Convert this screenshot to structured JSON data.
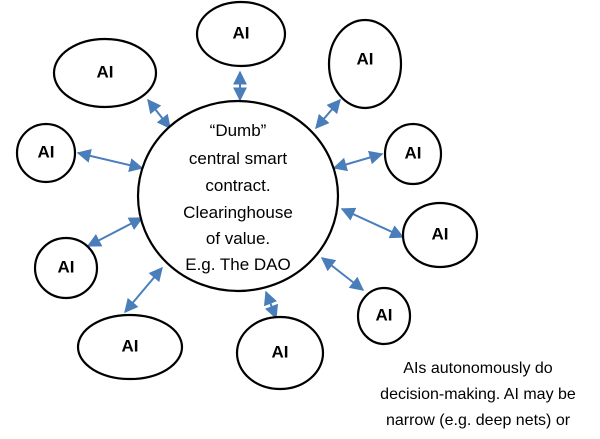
{
  "center": {
    "lines": [
      "“Dumb”",
      "central smart",
      "contract.",
      "Clearinghouse",
      "of value.",
      "E.g. The DAO"
    ]
  },
  "nodes": [
    {
      "id": "top",
      "label": "AI"
    },
    {
      "id": "top-left",
      "label": "AI"
    },
    {
      "id": "top-right",
      "label": "AI"
    },
    {
      "id": "left",
      "label": "AI"
    },
    {
      "id": "right",
      "label": "AI"
    },
    {
      "id": "lower-right",
      "label": "AI"
    },
    {
      "id": "lower-left",
      "label": "AI"
    },
    {
      "id": "bottom-right-small",
      "label": "AI"
    },
    {
      "id": "bottom-left",
      "label": "AI"
    },
    {
      "id": "bottom",
      "label": "AI"
    }
  ],
  "caption": {
    "lines": [
      "AIs autonomously do",
      "decision-making. AI may be",
      "narrow (e.g. deep nets) or"
    ]
  },
  "colors": {
    "connector": "#4a7ebb",
    "outline": "#000000"
  }
}
